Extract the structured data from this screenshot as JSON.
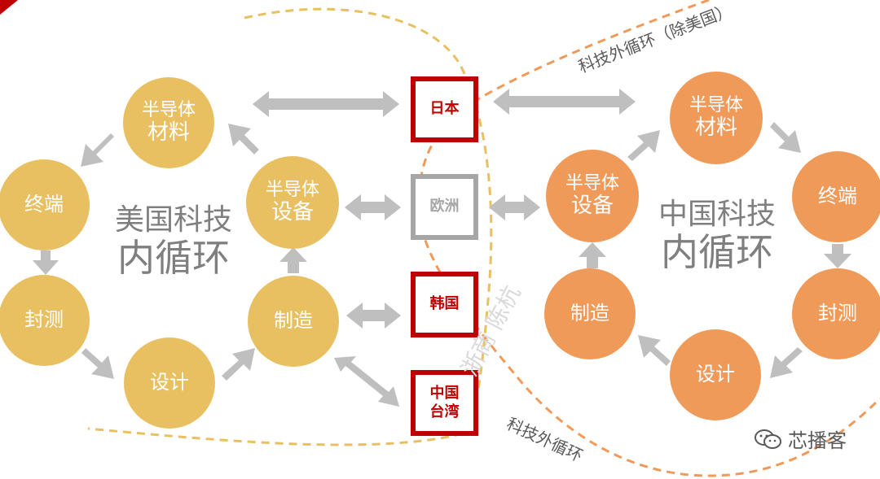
{
  "us_loop": {
    "title_line1": "美国科技",
    "title_line2": "内循环",
    "materials_line1": "半导体",
    "materials_line2": "材料",
    "equipment_line1": "半导体",
    "equipment_line2": "设备",
    "terminal": "终端",
    "packaging": "封测",
    "design": "设计",
    "manufacturing": "制造"
  },
  "cn_loop": {
    "title_line1": "中国科技",
    "title_line2": "内循环",
    "materials_line1": "半导体",
    "materials_line2": "材料",
    "equipment_line1": "半导体",
    "equipment_line2": "设备",
    "terminal": "终端",
    "packaging": "封测",
    "design": "设计",
    "manufacturing": "制造"
  },
  "partners": {
    "japan": "日本",
    "europe": "欧洲",
    "korea": "韩国",
    "taiwan_line1": "中国",
    "taiwan_line2": "台湾"
  },
  "outer_loop_ex_us": "科技外循环（除美国）",
  "outer_loop": "科技外循环",
  "watermark": "浙商 陈杭",
  "brand": "芯播客",
  "colors": {
    "us_node": "#e8c062",
    "cn_node": "#f09a5a",
    "arrow": "#bfbfbf",
    "partner_border": "#c00000",
    "europe_border": "#a6a6a6",
    "us_boundary": "#e8c062",
    "cn_boundary": "#f09a5a"
  }
}
